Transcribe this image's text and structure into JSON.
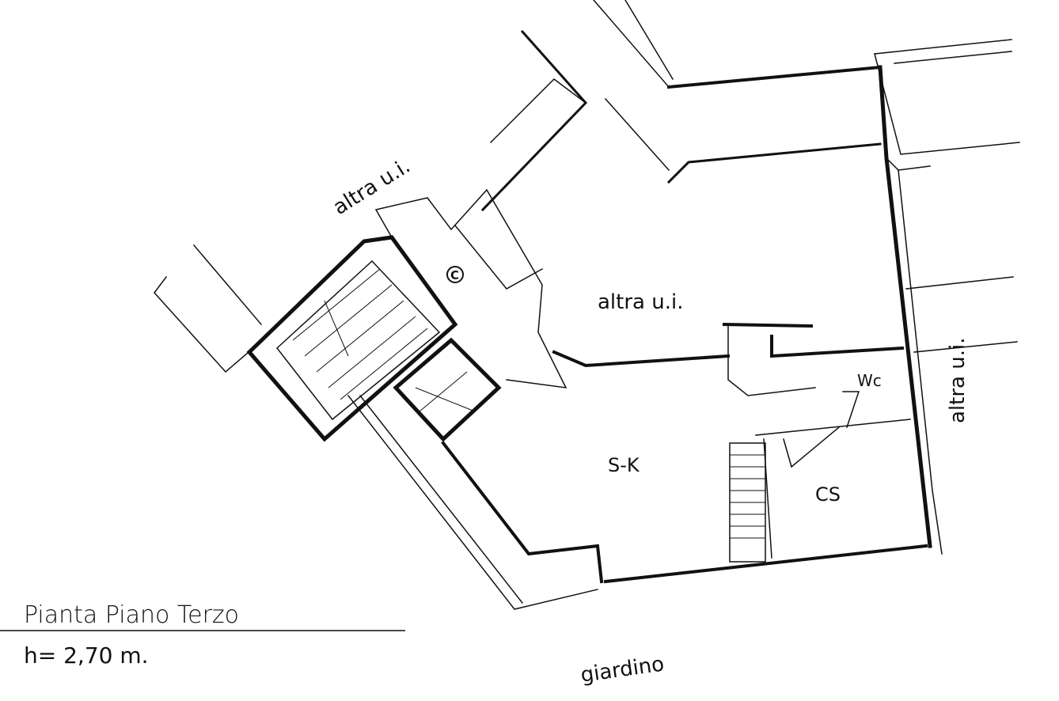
{
  "plan": {
    "title": "Pianta Piano Terzo",
    "height_note": "h= 2,70 m.",
    "rooms": {
      "other_unit_top_left": "altra u.i.",
      "other_unit_center": "altra u.i.",
      "other_unit_right": "altra u.i.",
      "common_area": "C",
      "wc": "Wc",
      "living_kitchen": "S-K",
      "closet": "CS"
    },
    "garden": "giardino"
  },
  "colors": {
    "ink": "#111111",
    "paper": "#ffffff"
  }
}
